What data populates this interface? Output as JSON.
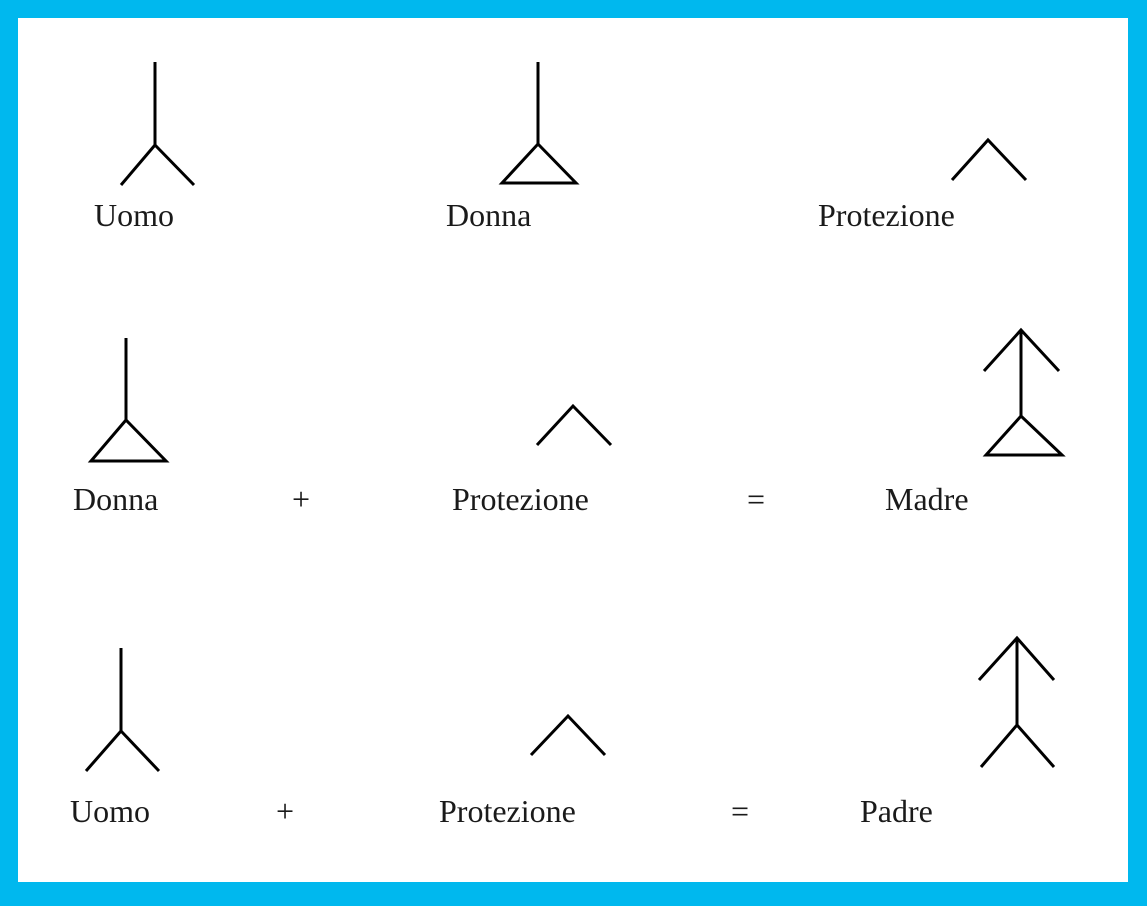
{
  "colors": {
    "border": "#00b8ee",
    "background": "#ffffff",
    "ink": "#000000"
  },
  "row1": {
    "man_label": "Uomo",
    "woman_label": "Donna",
    "protection_label": "Protezione"
  },
  "row2": {
    "woman_label": "Donna",
    "plus": "+",
    "protection_label": "Protezione",
    "equals": "=",
    "result_label": "Madre"
  },
  "row3": {
    "man_label": "Uomo",
    "plus": "+",
    "protection_label": "Protezione",
    "equals": "=",
    "result_label": "Padre"
  }
}
